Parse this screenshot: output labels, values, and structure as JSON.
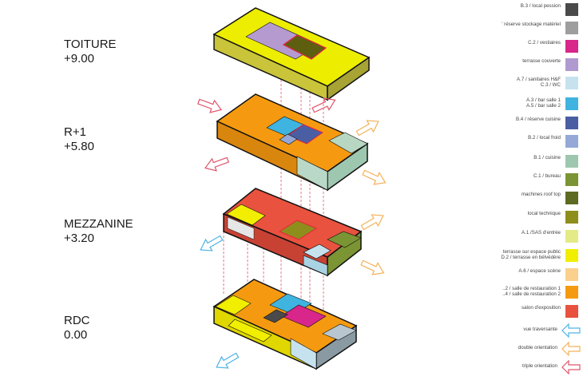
{
  "levels": [
    {
      "name": "TOITURE",
      "elevation": "+9.00"
    },
    {
      "name": "R+1",
      "elevation": "+5.80"
    },
    {
      "name": "MEZZANINE",
      "elevation": "+3.20"
    },
    {
      "name": "RDC",
      "elevation": "0.00"
    }
  ],
  "legend": [
    {
      "label": "B.3 / local pession",
      "color": "#4a4a4a"
    },
    {
      "label": "' réserve stockage matériel",
      "color": "#9e9e9e"
    },
    {
      "label": "C.2 / vestiaires",
      "color": "#d8268a"
    },
    {
      "label": "terrasse couverte",
      "color": "#b09ad0"
    },
    {
      "label": "A.7 / sanitaires H&F\nC.3 / WC",
      "color": "#c6e2ef"
    },
    {
      "label": "A.3 / bar salle 1\nA.5 / bar salle 2",
      "color": "#3fb4e0"
    },
    {
      "label": "B.4 / réserve cuisine",
      "color": "#4a5fa3"
    },
    {
      "label": "B.2 / local froid",
      "color": "#95a9d8"
    },
    {
      "label": "B.1 / cuisine",
      "color": "#9ec7b0"
    },
    {
      "label": "C.1 / bureau",
      "color": "#7b9434"
    },
    {
      "label": "machines roof top",
      "color": "#5c6a22"
    },
    {
      "label": "local technique",
      "color": "#8e8e1c"
    },
    {
      "label": "A.1 /SAS d'entrée",
      "color": "#e4ea86"
    },
    {
      "label": "terrasse sur espace public\nD.2 / terrasse en bélvédère",
      "color": "#f2ee00"
    },
    {
      "label": "A.6 / espace scène",
      "color": "#fbd08c"
    },
    {
      "label": "..2 / salle de restauration 1\n..4 / salle de restauration 2",
      "color": "#f59a10"
    },
    {
      "label": "salon d'exposition",
      "color": "#e8523f"
    }
  ],
  "arrows_legend": [
    {
      "label": "vue traversante",
      "color": "#4db3e6"
    },
    {
      "label": "double orientation",
      "color": "#f4b25a"
    },
    {
      "label": "triple orientation",
      "color": "#e2566a"
    }
  ]
}
